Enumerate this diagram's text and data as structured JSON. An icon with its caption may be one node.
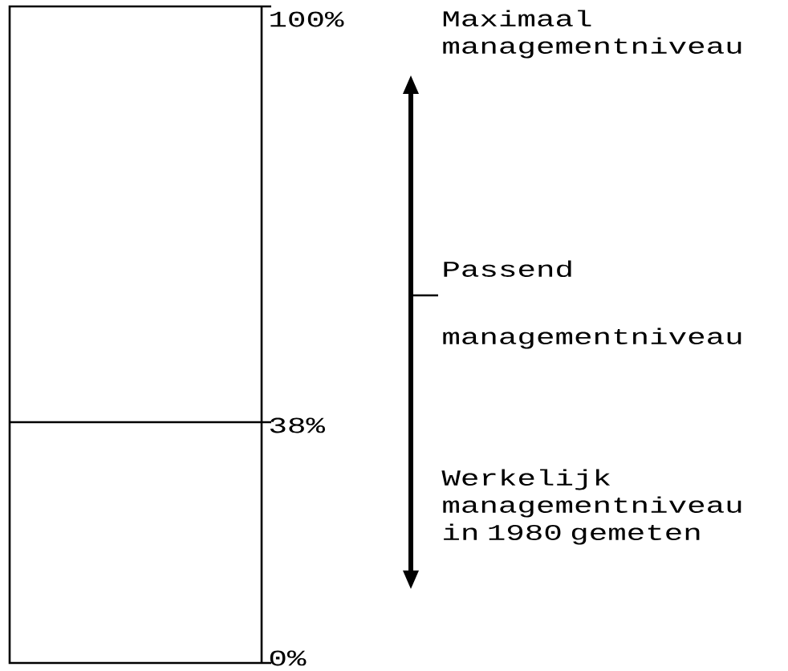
{
  "diagram": {
    "nodes": [
      {
        "text": [
          "Maximaal managementniveau"
        ]
      },
      {
        "text": [
          "Werkelijk managementniveau in 1980 gemeten"
        ]
      },
      {
        "text": [
          "Passend managementniveau"
        ]
      }
    ],
    "edges": [
      {
        "from": 0,
        "to": 1,
        "arrow": "both",
        "style": "thick"
      },
      {
        "from": 2,
        "to": null,
        "arrow": "none"
      }
    ],
    "labels": [
      "100%",
      "38%",
      "0%"
    ]
  }
}
